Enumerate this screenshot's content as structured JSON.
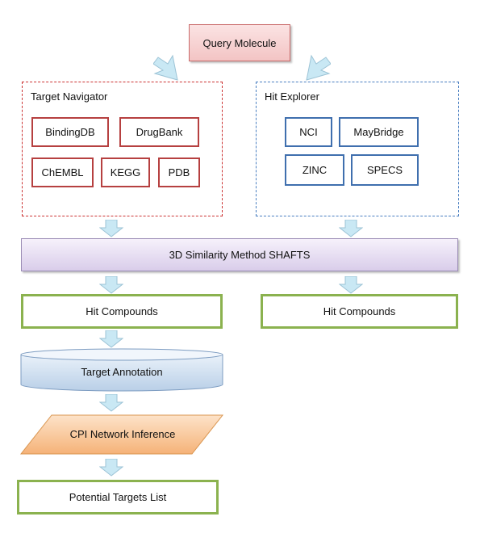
{
  "query": {
    "label": "Query Molecule"
  },
  "target_navigator": {
    "title": "Target Navigator",
    "databases": [
      "BindingDB",
      "DrugBank",
      "ChEMBL",
      "KEGG",
      "PDB"
    ]
  },
  "hit_explorer": {
    "title": "Hit Explorer",
    "databases": [
      "NCI",
      "MayBridge",
      "ZINC",
      "SPECS"
    ]
  },
  "similarity": {
    "label": "3D Similarity Method SHAFTS"
  },
  "hit_compounds_left": {
    "label": "Hit Compounds"
  },
  "hit_compounds_right": {
    "label": "Hit Compounds"
  },
  "target_annotation": {
    "label": "Target Annotation"
  },
  "cpi_network": {
    "label": "CPI Network Inference"
  },
  "potential_targets": {
    "label": "Potential Targets List"
  },
  "colors": {
    "query_fill": "#f3c4c4",
    "navigator_border": "#cc3333",
    "explorer_border": "#4a7fc1",
    "green_border": "#8bb24f",
    "shafts_fill": "#d9cdea",
    "annotation_fill": "#cfdff0",
    "cpi_fill": "#f7c08e",
    "arrow_fill": "#c9e8f4"
  }
}
